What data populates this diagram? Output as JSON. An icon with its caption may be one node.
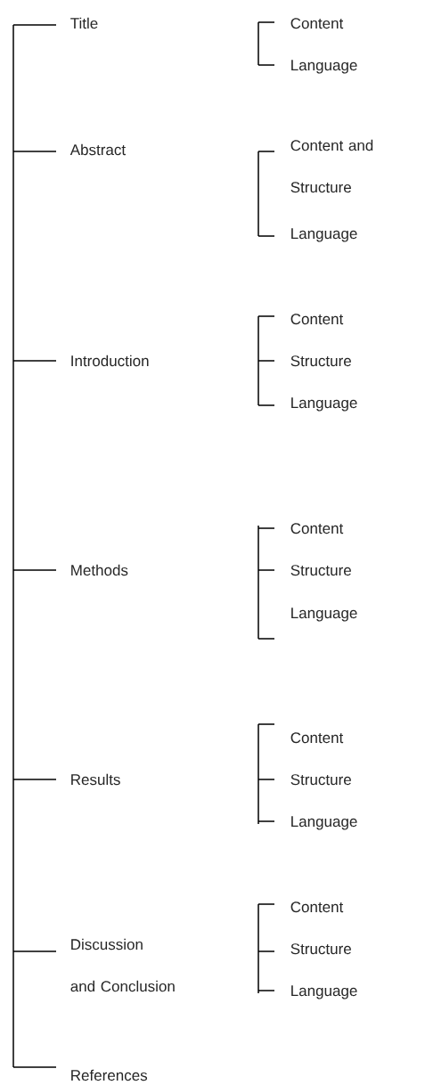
{
  "diagram": {
    "nodes": [
      {
        "text": [],
        "shape": "bar"
      },
      {
        "text": [
          "Title"
        ]
      },
      {
        "text": [
          "Content"
        ]
      },
      {
        "text": [
          "Language"
        ]
      },
      {
        "text": [
          "Abstract"
        ]
      },
      {
        "text": [
          "Content and Structure"
        ]
      },
      {
        "text": [
          "Language"
        ]
      },
      {
        "text": [
          "Introduction"
        ]
      },
      {
        "text": [
          "Content"
        ]
      },
      {
        "text": [
          "Structure"
        ]
      },
      {
        "text": [
          "Language"
        ]
      },
      {
        "text": [
          "Methods"
        ]
      },
      {
        "text": [
          "Content"
        ]
      },
      {
        "text": [
          "Structure"
        ]
      },
      {
        "text": [
          "Language"
        ]
      },
      {
        "text": [
          "Results"
        ]
      },
      {
        "text": [
          "Content"
        ]
      },
      {
        "text": [
          "Structure"
        ]
      },
      {
        "text": [
          "Language"
        ]
      },
      {
        "text": [
          "Discussion and Conclusion"
        ]
      },
      {
        "text": [
          "Content"
        ]
      },
      {
        "text": [
          "Structure"
        ]
      },
      {
        "text": [
          "Language"
        ]
      },
      {
        "text": [
          "References"
        ]
      }
    ],
    "edges": [
      {
        "from": 0,
        "to": 1,
        "arrow": "none"
      },
      {
        "from": 0,
        "to": 4,
        "arrow": "none"
      },
      {
        "from": 0,
        "to": 7,
        "arrow": "none"
      },
      {
        "from": 0,
        "to": 11,
        "arrow": "none"
      },
      {
        "from": 0,
        "to": 15,
        "arrow": "none"
      },
      {
        "from": 0,
        "to": 19,
        "arrow": "none"
      },
      {
        "from": 0,
        "to": 23,
        "arrow": "none"
      }
    ]
  }
}
